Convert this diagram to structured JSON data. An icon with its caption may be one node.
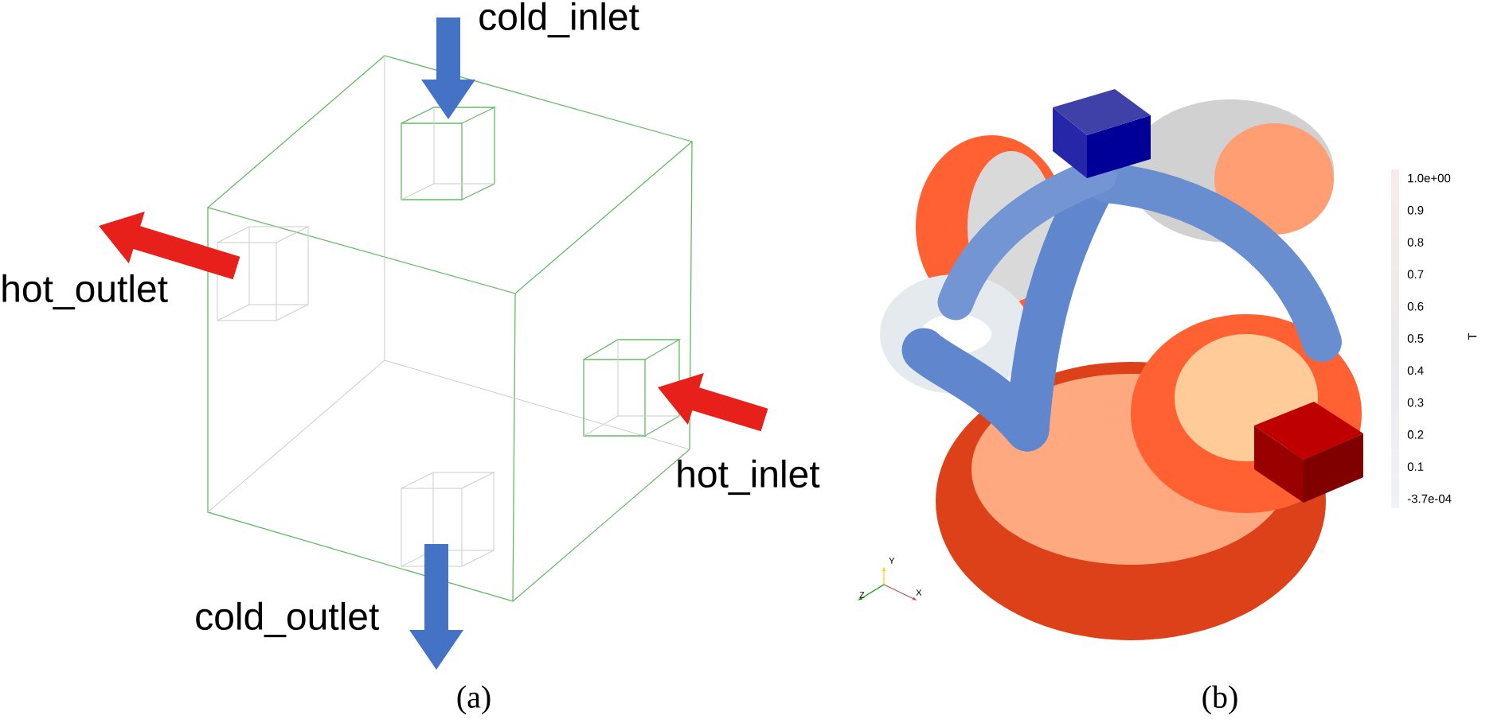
{
  "diagram": {
    "labels": [
      "cold_inlet",
      "hot_outlet",
      "hot_inlet",
      "cold_outlet",
      "(a)",
      "1.0e+00",
      "0.9",
      "0.8",
      "0.7",
      "0.6",
      "0.5",
      "0.4",
      "0.3",
      "0.2",
      "0.1",
      "-3.7e-04",
      "T",
      "Y",
      "Z",
      "X",
      "(b)"
    ]
  }
}
